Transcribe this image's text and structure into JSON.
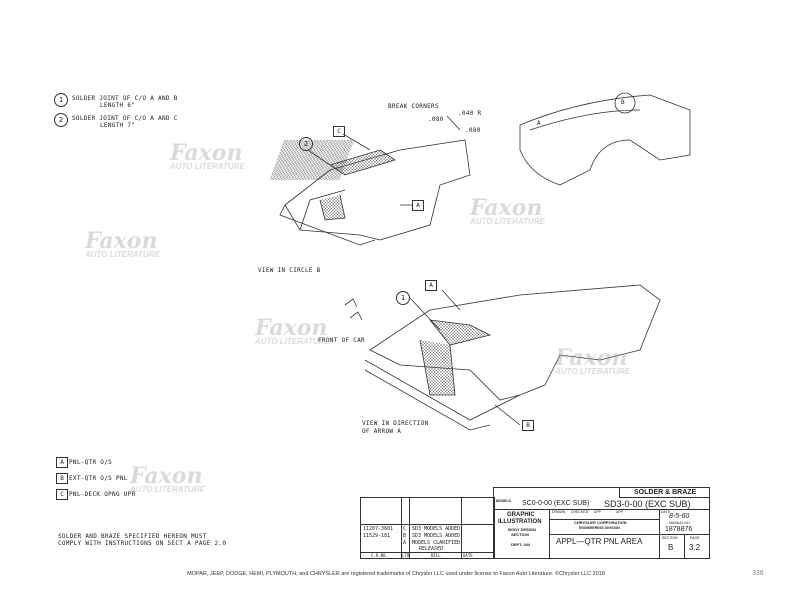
{
  "notes": [
    {
      "num": "1",
      "line1": "SOLDER JOINT OF C/O A AND B",
      "line2": "LENGTH 6\""
    },
    {
      "num": "2",
      "line1": "SOLDER JOINT OF C/O A AND C",
      "line2": "LENGTH 7\""
    }
  ],
  "callouts": {
    "break_corners": "BREAK CORNERS",
    "d1": ".080",
    "d2": ".040 R",
    "d3": ".080",
    "circle_b": "B",
    "arrow_a": "A",
    "label_c": "C",
    "label_a": "A",
    "label_b": "B",
    "num1": "1",
    "num2": "2"
  },
  "views": {
    "circle_b": "VIEW IN CIRCLE B",
    "front_of_car": "FRONT OF CAR",
    "direction_line1": "VIEW IN DIRECTION",
    "direction_line2": "OF ARROW A"
  },
  "legend": [
    {
      "key": "A",
      "text": "PNL-QTR O/S"
    },
    {
      "key": "B",
      "text": "EXT-QTR O/S PNL"
    },
    {
      "key": "C",
      "text": "PNL-DECK OPNG UPR"
    }
  ],
  "instruction": {
    "line1": "SOLDER AND BRAZE SPECIFIED HEREON MUST",
    "line2": "COMPLY WITH INSTRUCTIONS ON SECT A PAGE 2.0"
  },
  "revisions": {
    "rows": [
      {
        "cr": "11207-3601",
        "ltr": "C",
        "text": "SD3 MODELS ADDED"
      },
      {
        "cr": "11529-181",
        "ltr": "B",
        "text": "SD3 MODELS ADDED"
      },
      {
        "cr": "",
        "ltr": "A",
        "text": "MODELS CLARIFIED"
      },
      {
        "cr": "",
        "ltr": "",
        "text": "RELEASED"
      }
    ],
    "headers": {
      "cr": "C.R.NO.",
      "ltr": "LTR",
      "text": "BILL",
      "date": "DATE"
    }
  },
  "title_block": {
    "header": "SOLDER & BRAZE",
    "models_label": "MODELS",
    "models1": "SC0-0-00 (EXC SUB)",
    "models2": "SD3-0-00 (EXC SUB)",
    "graphic": "GRAPHIC",
    "illustration": "ILLUSTRATION",
    "body_design": "BODY DESIGN",
    "section_label": "SECTION",
    "dept": "DEPT. 344",
    "drawn": "DRAWN",
    "checked": "CHECKED",
    "app1": "APP.",
    "app2": "APP.",
    "date_label": "DATE",
    "date": "8-5-60",
    "corp": "CHRYSLER CORPORATION",
    "division": "ENGINEERING DIVISION",
    "manual_label": "MANUAL NO.",
    "manual_no": "1878876",
    "subject": "APPL—QTR PNL AREA",
    "section_head": "SECTION",
    "section": "B",
    "page_head": "PAGE",
    "page": "3.2"
  },
  "watermark": {
    "brand": "Faxon",
    "sub": "AUTO LITERATURE"
  },
  "footer": "MOPAR, JEEP, DODGE, HEMI, PLYMOUTH, and CHRYSLER are registered trademarks of Chrysler LLC used under license to Faxon Auto Literature. ©Chrysler LLC 2018",
  "page_number": "338"
}
